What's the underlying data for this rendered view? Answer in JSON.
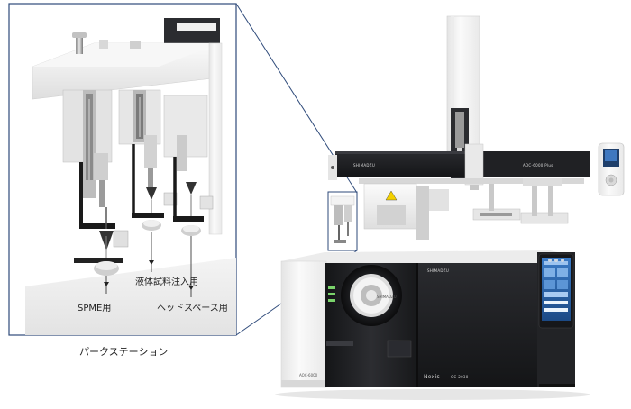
{
  "labels": {
    "spme": "SPME用",
    "liquid_injection": "液体試料注入用",
    "headspace": "ヘッドスペース用",
    "park_station": "パークステーション"
  },
  "branding": {
    "logo_top": "SHIMADZU",
    "model_top": "AOC-6000 Plus",
    "logo_front": "SHIMADZU",
    "logo_door": "SHIMADZU",
    "product": "Nexis",
    "model_front": "GC-2030",
    "side_tag": "AOC-6000"
  },
  "colors": {
    "inset_border": "#2e4a7a",
    "instrument_white": "#f2f2f2",
    "instrument_dark": "#1e1f22",
    "screen_blue": "#2f6ab3"
  }
}
